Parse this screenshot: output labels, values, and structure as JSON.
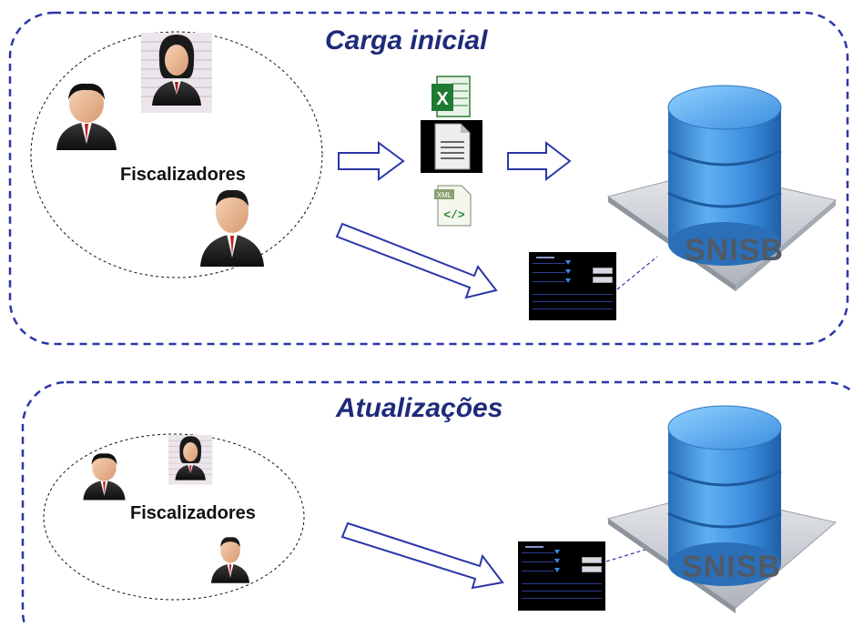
{
  "sections": [
    {
      "title": "Carga inicial",
      "group_label": "Fiscalizadores",
      "db_label": "SNISB"
    },
    {
      "title": "Atualizações",
      "group_label": "Fiscalizadores",
      "db_label": "SNISB"
    }
  ],
  "colors": {
    "section_border": "#2b36a8",
    "title_text": "#1f2a7a",
    "arrow_stroke": "#2b36a8",
    "db_blue": "#3c8ee0",
    "db_platform": "#c9ccd2"
  },
  "icons": [
    "person-icon",
    "excel-file-icon",
    "document-file-icon",
    "xml-file-icon",
    "database-icon",
    "form-screenshot-icon"
  ]
}
